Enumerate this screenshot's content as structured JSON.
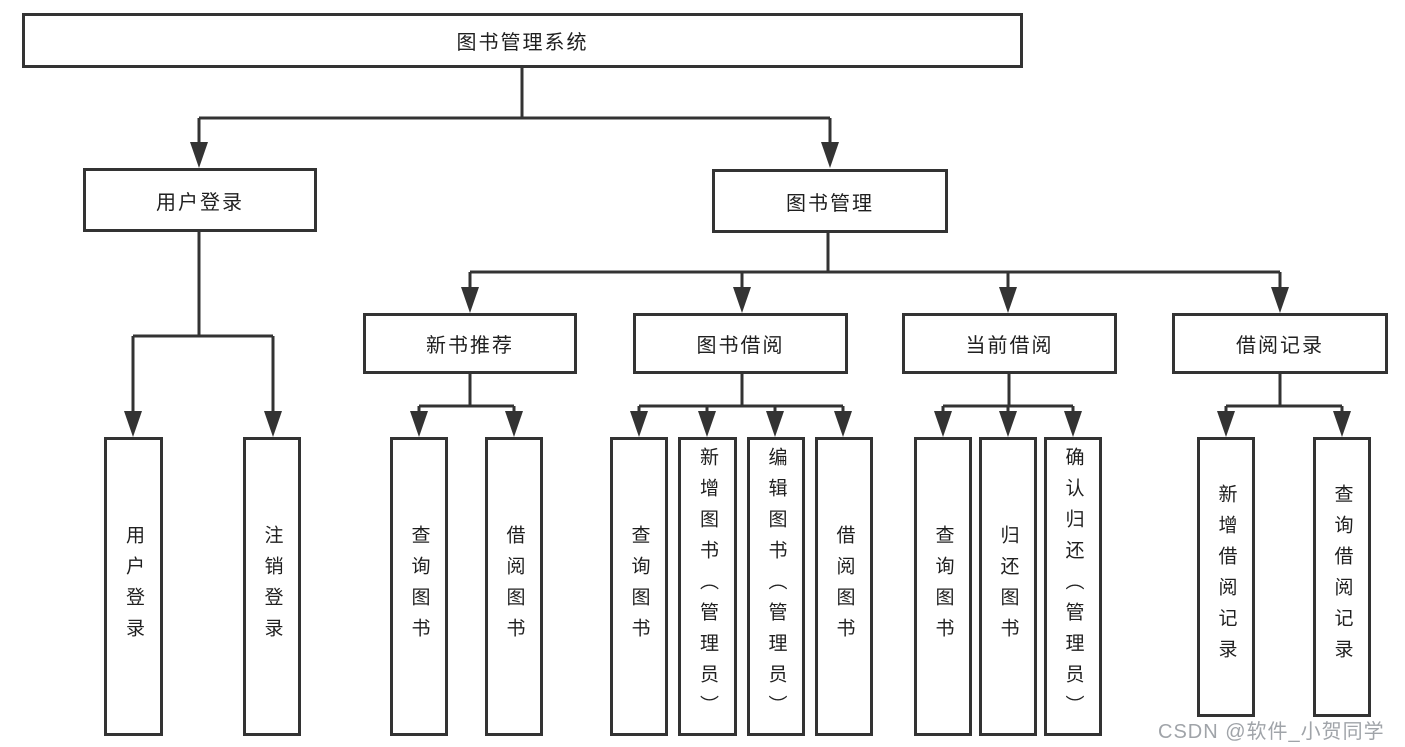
{
  "diagram": {
    "title": "图书管理系统",
    "branches": [
      {
        "label": "用户登录",
        "children": [
          {
            "label": "用户登录"
          },
          {
            "label": "注销登录"
          }
        ]
      },
      {
        "label": "图书管理",
        "children": [
          {
            "label": "新书推荐",
            "children": [
              {
                "label": "查询图书"
              },
              {
                "label": "借阅图书"
              }
            ]
          },
          {
            "label": "图书借阅",
            "children": [
              {
                "label": "查询图书"
              },
              {
                "label": "新增图书（管理员）"
              },
              {
                "label": "编辑图书（管理员）"
              },
              {
                "label": "借阅图书"
              }
            ]
          },
          {
            "label": "当前借阅",
            "children": [
              {
                "label": "查询图书"
              },
              {
                "label": "归还图书"
              },
              {
                "label": "确认归还（管理员）"
              }
            ]
          },
          {
            "label": "借阅记录",
            "children": [
              {
                "label": "新增借阅记录"
              },
              {
                "label": "查询借阅记录"
              }
            ]
          }
        ]
      }
    ]
  },
  "watermark": {
    "text": "CSDN @软件_小贺同学"
  },
  "colors": {
    "line": "#333333",
    "text": "#1f1f1f",
    "background": "#ffffff",
    "watermark": "#a0a4a9"
  }
}
